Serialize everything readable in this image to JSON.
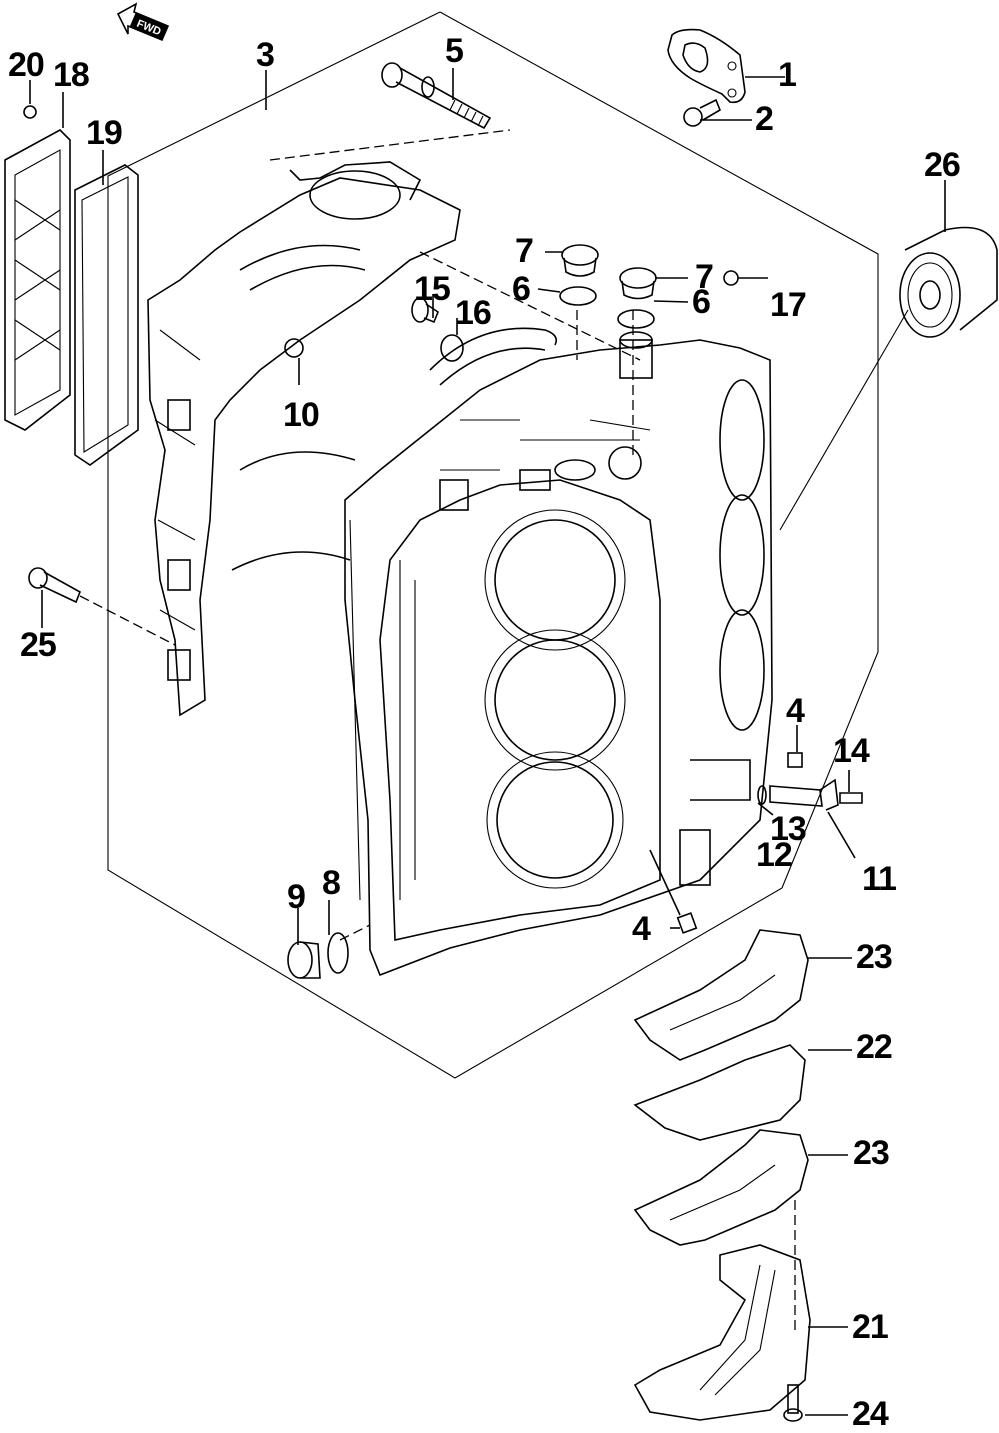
{
  "diagram": {
    "title": "Cylinder Block exploded parts view",
    "direction_marker": "FWD",
    "callouts": [
      {
        "id": "c1",
        "number": "1",
        "part": "bracket"
      },
      {
        "id": "c2",
        "number": "2",
        "part": "bolt"
      },
      {
        "id": "c3",
        "number": "3",
        "part": "cylinder-block"
      },
      {
        "id": "c4a",
        "number": "4",
        "part": "plug"
      },
      {
        "id": "c4b",
        "number": "4",
        "part": "plug"
      },
      {
        "id": "c5",
        "number": "5",
        "part": "bolt"
      },
      {
        "id": "c6a",
        "number": "6",
        "part": "o-ring"
      },
      {
        "id": "c6b",
        "number": "6",
        "part": "o-ring"
      },
      {
        "id": "c7a",
        "number": "7",
        "part": "plug"
      },
      {
        "id": "c7b",
        "number": "7",
        "part": "plug"
      },
      {
        "id": "c8",
        "number": "8",
        "part": "o-ring"
      },
      {
        "id": "c9",
        "number": "9",
        "part": "plug"
      },
      {
        "id": "c10",
        "number": "10",
        "part": "dowel-pin"
      },
      {
        "id": "c11",
        "number": "11",
        "part": "sensor"
      },
      {
        "id": "c12",
        "number": "12",
        "part": "gasket"
      },
      {
        "id": "c13",
        "number": "13",
        "part": "o-ring"
      },
      {
        "id": "c14",
        "number": "14",
        "part": "bolt"
      },
      {
        "id": "c15",
        "number": "15",
        "part": "plug"
      },
      {
        "id": "c16",
        "number": "16",
        "part": "washer"
      },
      {
        "id": "c17",
        "number": "17",
        "part": "plug"
      },
      {
        "id": "c18",
        "number": "18",
        "part": "cover"
      },
      {
        "id": "c19",
        "number": "19",
        "part": "gasket"
      },
      {
        "id": "c20",
        "number": "20",
        "part": "bolt"
      },
      {
        "id": "c21",
        "number": "21",
        "part": "plate"
      },
      {
        "id": "c22",
        "number": "22",
        "part": "gasket"
      },
      {
        "id": "c23a",
        "number": "23",
        "part": "gasket"
      },
      {
        "id": "c23b",
        "number": "23",
        "part": "gasket"
      },
      {
        "id": "c24",
        "number": "24",
        "part": "bolt"
      },
      {
        "id": "c25",
        "number": "25",
        "part": "bolt"
      },
      {
        "id": "c26",
        "number": "26",
        "part": "oil-filter"
      }
    ]
  }
}
